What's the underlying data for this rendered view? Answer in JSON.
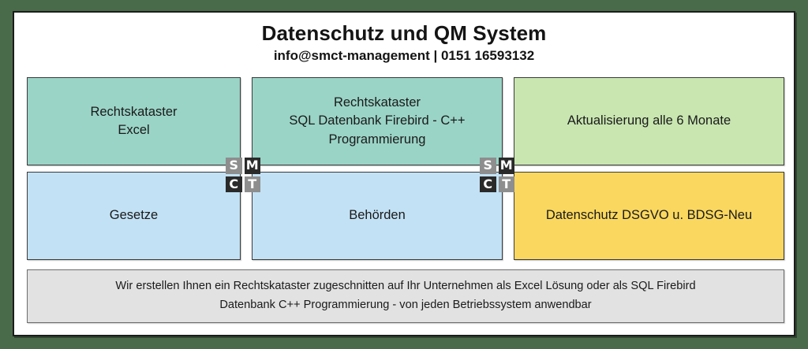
{
  "page": {
    "background_color": "#4a6b4a",
    "card_background": "#ffffff"
  },
  "header": {
    "title": "Datenschutz und QM System",
    "subtitle": "info@smct-management | 0151 16593132"
  },
  "grid": {
    "rows": [
      {
        "cells": [
          {
            "text": "Rechtskataster\nExcel",
            "line1": "Rechtskataster",
            "line2": "Excel",
            "line3": "",
            "color": "#9ad4c6"
          },
          {
            "text": "Rechtskataster\nSQL Datenbank Firebird - C++\nProgrammierung",
            "line1": "Rechtskataster",
            "line2": "SQL Datenbank Firebird - C++",
            "line3": "Programmierung",
            "color": "#9ad4c6"
          },
          {
            "text": "Aktualisierung alle 6 Monate",
            "line1": "Aktualisierung alle 6 Monate",
            "line2": "",
            "line3": "",
            "color": "#c9e6b1"
          }
        ]
      },
      {
        "cells": [
          {
            "text": "Gesetze",
            "line1": "Gesetze",
            "line2": "",
            "line3": "",
            "color": "#c2e1f4"
          },
          {
            "text": "Behörden",
            "line1": "Behörden",
            "line2": "",
            "line3": "",
            "color": "#c2e1f4"
          },
          {
            "text": "Datenschutz DSGVO u. BDSG-Neu",
            "line1": "Datenschutz DSGVO u. BDSG-Neu",
            "line2": "",
            "line3": "",
            "color": "#fad75f"
          }
        ]
      }
    ]
  },
  "note": {
    "line1": "Wir erstellen Ihnen ein Rechtskataster zugeschnitten auf Ihr Unternehmen als Excel Lösung oder als SQL Firebird",
    "line2": "Datenbank C++ Programmierung - von jeden Betriebssystem anwendbar",
    "background_color": "#e2e2e2"
  },
  "watermarks": [
    {
      "name": "smct-logo",
      "letters": {
        "s": "S",
        "m": "M",
        "c": "C",
        "t": "T"
      }
    },
    {
      "name": "smct-logo",
      "letters": {
        "s": "S",
        "m": "M",
        "c": "C",
        "t": "T"
      }
    }
  ]
}
